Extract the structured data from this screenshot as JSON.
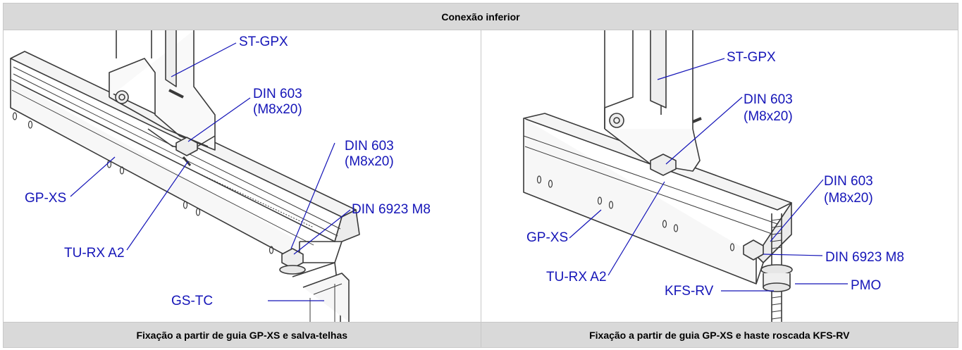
{
  "header": {
    "title": "Conexão inferior"
  },
  "footer": {
    "left_caption": "Fixação a partir de guia GP-XS e salva-telhas",
    "right_caption": "Fixação a partir de guia GP-XS e haste roscada KFS-RV"
  },
  "left_panel": {
    "labels": {
      "st_gpx": "ST-GPX",
      "din603_a_1": "DIN 603",
      "din603_a_2": "(M8x20)",
      "din603_b_1": "DIN 603",
      "din603_b_2": "(M8x20)",
      "din6923": "DIN 6923 M8",
      "gp_xs": "GP-XS",
      "tu_rx": "TU-RX A2",
      "gs_tc": "GS-TC"
    }
  },
  "right_panel": {
    "labels": {
      "st_gpx": "ST-GPX",
      "din603_a_1": "DIN 603",
      "din603_a_2": "(M8x20)",
      "din603_b_1": "DIN 603",
      "din603_b_2": "(M8x20)",
      "din6923": "DIN 6923 M8",
      "gp_xs": "GP-XS",
      "tu_rx": "TU-RX A2",
      "pmo": "PMO",
      "kfs_rv": "KFS-RV"
    }
  },
  "colors": {
    "label": "#1515b8",
    "header_bg": "#d9d9d9",
    "line": "#333333"
  }
}
